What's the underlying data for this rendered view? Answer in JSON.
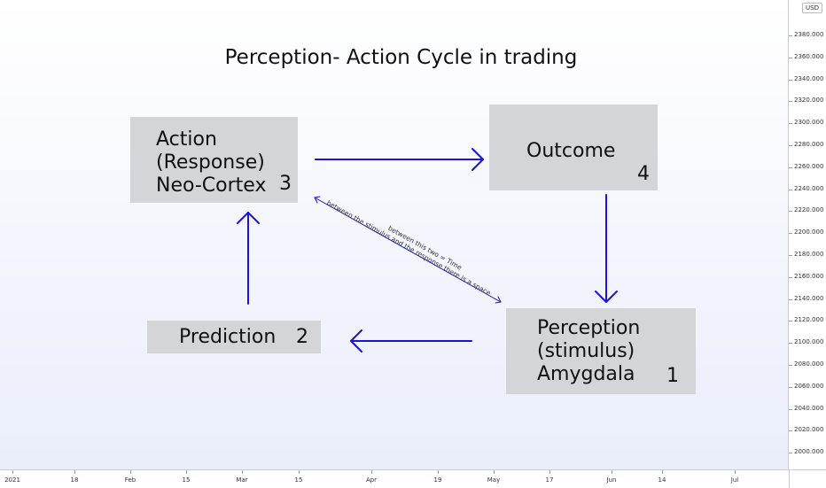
{
  "title": "Perception- Action Cycle in trading",
  "boxes": {
    "action": {
      "label": "Action\n(Response)\nNeo-Cortex",
      "number": "3"
    },
    "outcome": {
      "label": "Outcome",
      "number": "4"
    },
    "prediction": {
      "label": "Prediction",
      "number": "2"
    },
    "perception": {
      "label": "Perception\n(stimulus)\nAmygdala",
      "number": "1"
    }
  },
  "diagonal_text": {
    "line1": "between this two = Time",
    "line2": "between the stimulus and the response there is a space"
  },
  "arrow_color": "#1a14d6",
  "box_color": "#d4d5d8",
  "price_axis": {
    "currency": "USD",
    "ticks": [
      "2380.000",
      "2360.000",
      "2340.000",
      "2320.000",
      "2300.000",
      "2280.000",
      "2260.000",
      "2240.000",
      "2220.000",
      "2200.000",
      "2180.000",
      "2160.000",
      "2140.000",
      "2120.000",
      "2100.000",
      "2080.000",
      "2060.000",
      "2040.000",
      "2020.000",
      "2000.000"
    ]
  },
  "time_axis": {
    "ticks": [
      "2021",
      "18",
      "Feb",
      "15",
      "Mar",
      "15",
      "Apr",
      "19",
      "May",
      "17",
      "Jun",
      "14",
      "Jul"
    ]
  }
}
